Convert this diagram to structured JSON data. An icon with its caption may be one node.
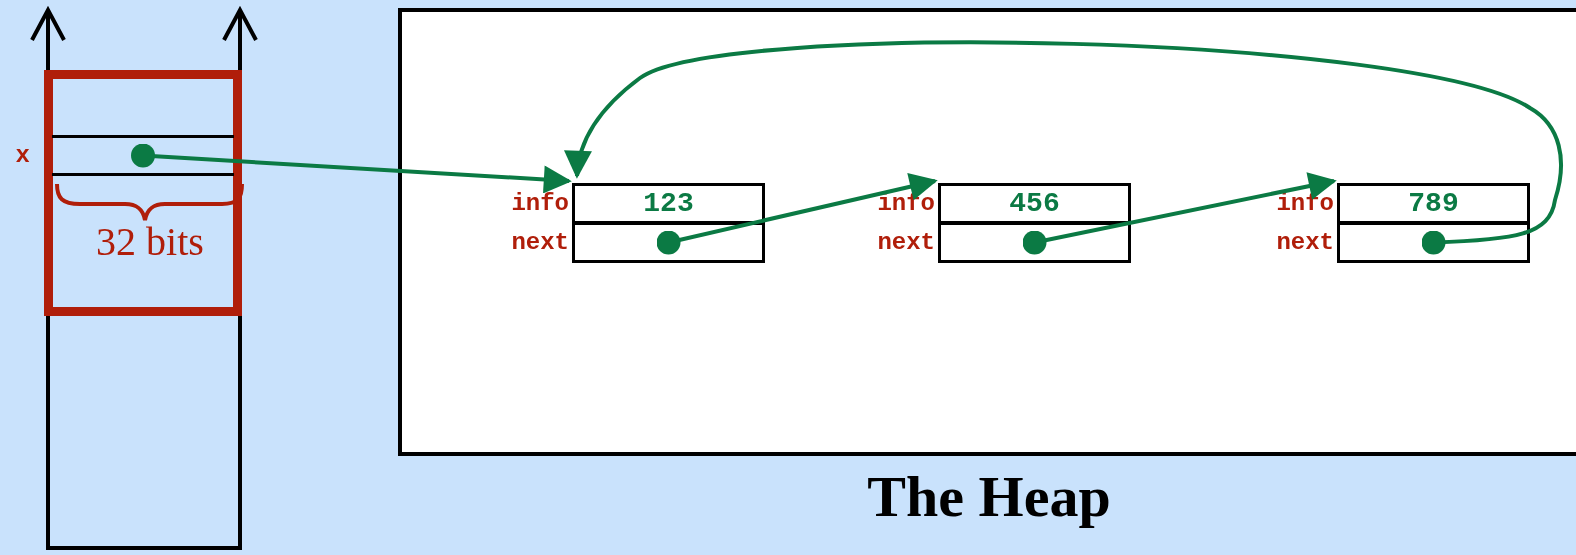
{
  "diagram": {
    "nodes": [
      {
        "text": [
          "The Heap"
        ]
      },
      {
        "text": [],
        "shape": "box"
      },
      {
        "text": [],
        "shape": "box",
        "in": 1,
        "beside": [
          "x"
        ]
      },
      {
        "text": [],
        "shape": "box",
        "in": 0
      },
      {
        "text": [
          "123"
        ],
        "in": 3,
        "beside": [
          "info"
        ]
      },
      {
        "text": [],
        "shape": "box",
        "in": 3,
        "beside": [
          "next"
        ]
      },
      {
        "text": [],
        "shape": "box",
        "in": 0
      },
      {
        "text": [
          "456"
        ],
        "in": 6,
        "beside": [
          "info"
        ]
      },
      {
        "text": [],
        "shape": "box",
        "in": 6,
        "beside": [
          "next"
        ]
      },
      {
        "text": [],
        "shape": "box",
        "in": 0
      },
      {
        "text": [
          "789"
        ],
        "in": 9,
        "beside": [
          "info"
        ]
      },
      {
        "text": [],
        "shape": "box",
        "in": 9,
        "beside": [
          "next"
        ]
      }
    ],
    "edges": [
      {
        "from": 2,
        "to": 3,
        "arrow": "to"
      },
      {
        "from": 5,
        "to": 6,
        "arrow": "to"
      },
      {
        "from": 8,
        "to": 9,
        "arrow": "to"
      },
      {
        "from": 11,
        "to": 3,
        "arrow": "to"
      }
    ],
    "labels": [
      "32 bits"
    ]
  }
}
